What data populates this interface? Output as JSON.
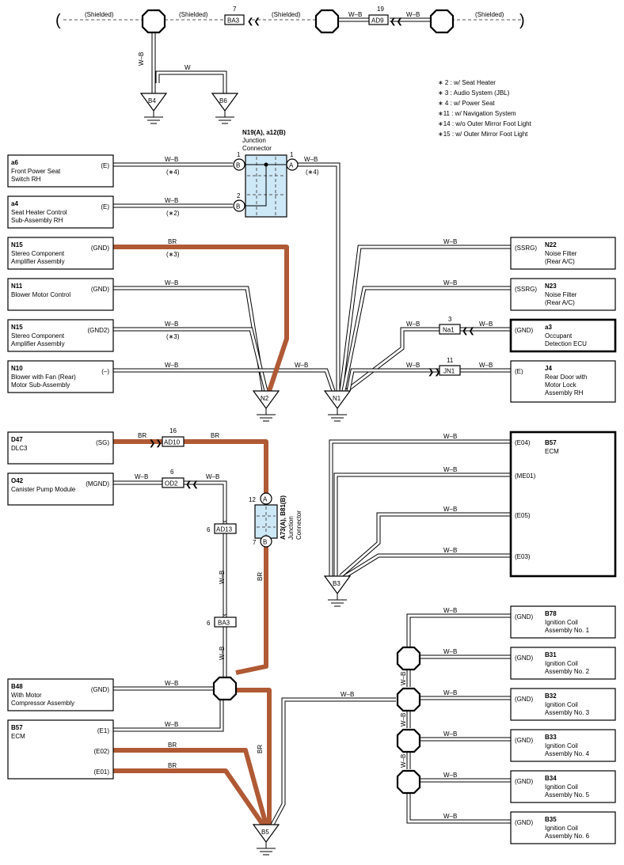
{
  "top": {
    "shielded": "(Shielded)",
    "wire_wb": "W–B",
    "wire_w": "W",
    "conn_ba3_num": "7",
    "conn_ba3": "BA3",
    "conn_ad9_num": "19",
    "conn_ad9": "AD9"
  },
  "notes": [
    "∗ 2 : w/ Seat Heater",
    "∗ 3 : Audio System (JBL)",
    "∗ 4 : w/ Power Seat",
    "∗11 : w/ Navigation System",
    "∗14 : w/o Outer Mirror Foot Light",
    "∗15 : w/ Outer Mirror Foot Light"
  ],
  "junction_top": {
    "title": "N19(A), a12(B)",
    "sub1": "Junction",
    "sub2": "Connector",
    "pin_a": "A",
    "pin_b": "B",
    "pin1": "1",
    "pin2": "2"
  },
  "junction_mid": {
    "title": "A73(A), B81(B)",
    "sub1": "Junction",
    "sub2": "Connector",
    "pin_a": "A",
    "pin_b": "B",
    "pin12": "12",
    "pin7": "7"
  },
  "grounds": {
    "b4": "B4",
    "b6": "B6",
    "n2": "N2",
    "n1": "N1",
    "b3": "B3",
    "b5": "B5"
  },
  "left_components": [
    {
      "code": "a6",
      "name1": "Front Power Seat",
      "name2": "Switch RH",
      "pin": "(E)"
    },
    {
      "code": "a4",
      "name1": "Seat Heater Control",
      "name2": "Sub-Assembly RH",
      "pin": "(E)"
    },
    {
      "code": "N15",
      "name1": "Stereo Component",
      "name2": "Amplifier Assembly",
      "pin": "(GND)"
    },
    {
      "code": "N11",
      "name1": "Blower Motor Control",
      "name2": "",
      "pin": "(GND)"
    },
    {
      "code": "N15",
      "name1": "Stereo Component",
      "name2": "Amplifier Assembly",
      "pin": "(GND2)"
    },
    {
      "code": "N10",
      "name1": "Blower with Fan (Rear)",
      "name2": "Motor Sub-Assembly",
      "pin": "(–)"
    },
    {
      "code": "D47",
      "name1": "DLC3",
      "name2": "",
      "pin": "(SG)"
    },
    {
      "code": "O42",
      "name1": "Canister Pump Module",
      "name2": "",
      "pin": "(MGND)"
    },
    {
      "code": "B48",
      "name1": "With Motor",
      "name2": "Compressor Assembly",
      "pin": "(GND)"
    }
  ],
  "ecm_left": {
    "code": "B57",
    "name": "ECM",
    "pins": [
      "(E1)",
      "(E02)",
      "(E01)"
    ]
  },
  "right_components": [
    {
      "code": "N22",
      "name1": "Noise Filter",
      "name2": "(Rear A/C)",
      "name3": "",
      "pin": "(SSRG)"
    },
    {
      "code": "N23",
      "name1": "Noise Filter",
      "name2": "(Rear A/C)",
      "name3": "",
      "pin": "(SSRG)"
    },
    {
      "code": "a3",
      "name1": "Occupant",
      "name2": "Detection ECU",
      "name3": "",
      "pin": "(GND)"
    },
    {
      "code": "J4",
      "name1": "Rear Door with",
      "name2": "Motor Lock",
      "name3": "Assembly RH",
      "pin": "(E)"
    }
  ],
  "ecm_right": {
    "code": "B57",
    "name": "ECM",
    "pins": [
      "(E04)",
      "(ME01)",
      "(E05)",
      "(E03)"
    ]
  },
  "coils": [
    {
      "code": "B78",
      "name1": "Ignition Coil",
      "name2": "Assembly No. 1",
      "pin": "(GND)"
    },
    {
      "code": "B31",
      "name1": "Ignition Coil",
      "name2": "Assembly No. 2",
      "pin": "(GND)"
    },
    {
      "code": "B32",
      "name1": "Ignition Coil",
      "name2": "Assembly No. 3",
      "pin": "(GND)"
    },
    {
      "code": "B33",
      "name1": "Ignition Coil",
      "name2": "Assembly No. 4",
      "pin": "(GND)"
    },
    {
      "code": "B34",
      "name1": "Ignition Coil",
      "name2": "Assembly No. 5",
      "pin": "(GND)"
    },
    {
      "code": "B35",
      "name1": "Ignition Coil",
      "name2": "Assembly No. 6",
      "pin": "(GND)"
    }
  ],
  "connectors": {
    "na1_num": "3",
    "na1": "Na1",
    "jn1_num": "11",
    "jn1": "JN1",
    "ad10_num": "16",
    "ad10": "AD10",
    "od2_num": "6",
    "od2": "OD2",
    "ad13_num": "6",
    "ad13": "AD13",
    "ba3_num": "6",
    "ba3": "BA3"
  },
  "wire_labels": {
    "wb": "W–B",
    "br": "BR",
    "n4": "(∗4)",
    "n2": "(∗2)",
    "n3": "(∗3)"
  }
}
